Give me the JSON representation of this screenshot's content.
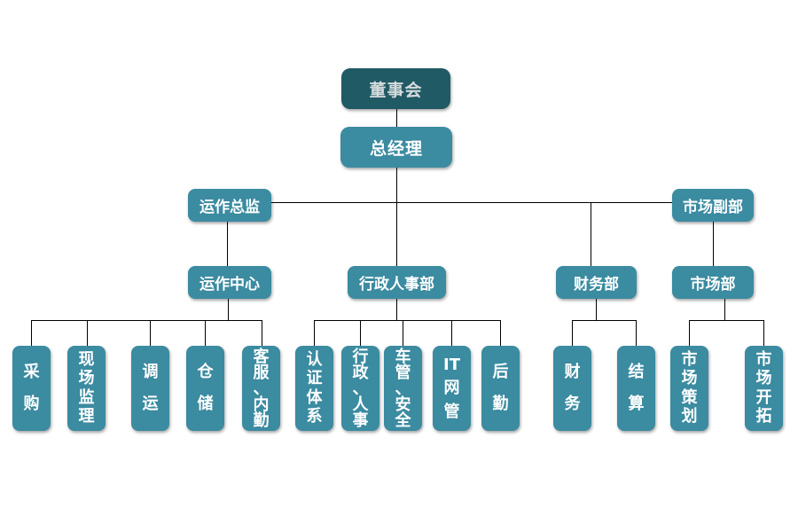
{
  "org_chart": {
    "colors": {
      "box_fill": "#3b8ba1",
      "box_fill_dark": "#205a65",
      "box_text": "#ffffff",
      "connector_line": "#000000",
      "background": "#ffffff"
    },
    "nodes": {
      "board": {
        "label": "董事会"
      },
      "general_manager": {
        "label": "总经理"
      },
      "operations_director": {
        "label": "运作总监"
      },
      "marketing_deputy": {
        "label": "市场副部"
      },
      "operations_center": {
        "label": "运作中心"
      },
      "admin_hr_dept": {
        "label": "行政人事部"
      },
      "finance_dept": {
        "label": "财务部"
      },
      "marketing_dept": {
        "label": "市场部"
      },
      "procurement": {
        "label": "采\n购"
      },
      "site_supervision": {
        "label": "现\n场\n监\n理"
      },
      "transport": {
        "label": "调\n运"
      },
      "warehousing": {
        "label": "仓\n储"
      },
      "customer_service": {
        "label": "客\n服\n、\n内\n勤"
      },
      "certification": {
        "label": "认\n证\n体\n系"
      },
      "admin_personnel": {
        "label": "行\n政\n、\n人\n事"
      },
      "vehicle_safety": {
        "label": "车\n管\n、\n安\n全"
      },
      "it_network": {
        "label": "IT\n网\n管"
      },
      "logistics": {
        "label": "后\n勤"
      },
      "finance": {
        "label": "财\n务"
      },
      "settlement": {
        "label": "结\n算"
      },
      "marketing_planning": {
        "label": "市\n场\n策\n划"
      },
      "market_development": {
        "label": "市\n场\n开\n拓"
      }
    },
    "structure": [
      {
        "parent": "董事会",
        "children": [
          "总经理"
        ]
      },
      {
        "parent": "总经理",
        "children": [
          "运作总监",
          "行政人事部",
          "财务部",
          "市场副部"
        ]
      },
      {
        "parent": "运作总监",
        "children": [
          "运作中心"
        ]
      },
      {
        "parent": "市场副部",
        "children": [
          "市场部"
        ]
      },
      {
        "parent": "运作中心",
        "children": [
          "采购",
          "现场监理",
          "调运",
          "仓储",
          "客服、内勤"
        ]
      },
      {
        "parent": "行政人事部",
        "children": [
          "认证体系",
          "行政、人事",
          "车管、安全",
          "IT网管",
          "后勤"
        ]
      },
      {
        "parent": "财务部",
        "children": [
          "财务",
          "结算"
        ]
      },
      {
        "parent": "市场部",
        "children": [
          "市场策划",
          "市场开拓"
        ]
      }
    ]
  }
}
